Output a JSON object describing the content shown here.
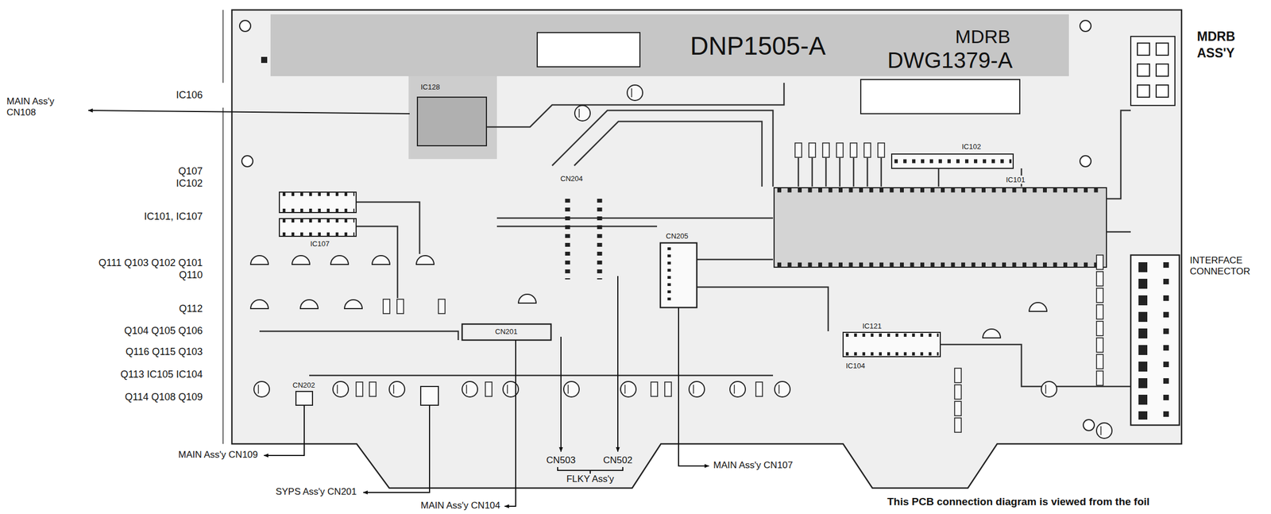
{
  "diagram": {
    "caption": "This PCB connection diagram is viewed from the foil",
    "labels": [
      "MAIN Ass'y CN108",
      "IC106",
      "Q107",
      "IC102",
      "IC101, IC107",
      "Q111 Q103 Q102 Q101",
      "Q110",
      "Q112",
      "Q104 Q105 Q106",
      "Q116 Q115 Q103",
      "Q113 IC105 IC104",
      "Q114 Q108 Q109",
      "MAIN Ass'y CN109",
      "SYPS Ass'y CN201",
      "MAIN Ass'y CN104",
      "CN503",
      "CN502",
      "FLKY Ass'y",
      "MAIN Ass'y CN107",
      "MDRB ASS'Y",
      "INTERFACE CONNECTOR",
      "DNP1505-A",
      "MDRB",
      "DWG1379-A",
      "IC128",
      "IC107",
      "CN204",
      "CN201",
      "CN202",
      "CN205",
      "IC102",
      "IC121",
      "IC104",
      "IC101"
    ]
  }
}
